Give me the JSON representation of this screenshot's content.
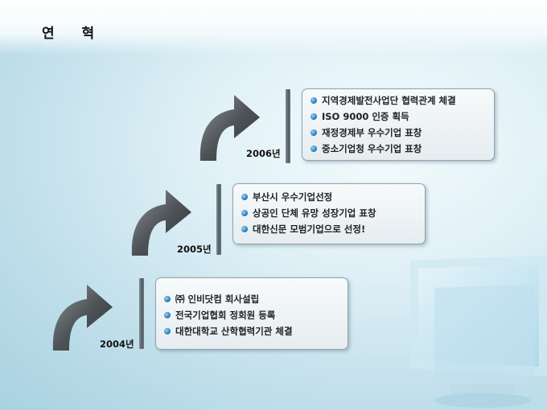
{
  "title": "연  혁",
  "colors": {
    "accent": "#2a7fbf",
    "card_border": "#8fa3ad",
    "arrow": "#555a5e"
  },
  "timeline": [
    {
      "year": "2006년",
      "items": [
        "지역경제발전사업단 협력관계 체결",
        "ISO 9000 인증 획득",
        "재정경제부 우수기업 표창",
        "중소기업청 우수기업 표창"
      ]
    },
    {
      "year": "2005년",
      "items": [
        "부산시 우수기업선정",
        "상공인 단체 유망 성장기업 표창",
        "대한신문 모범기업으로 선정!"
      ]
    },
    {
      "year": "2004년",
      "items": [
        "㈜ 인비닷컴 회사설립",
        "전국기업협회 정회원 등록",
        "대한대학교 산학협력기관 체결"
      ]
    }
  ]
}
